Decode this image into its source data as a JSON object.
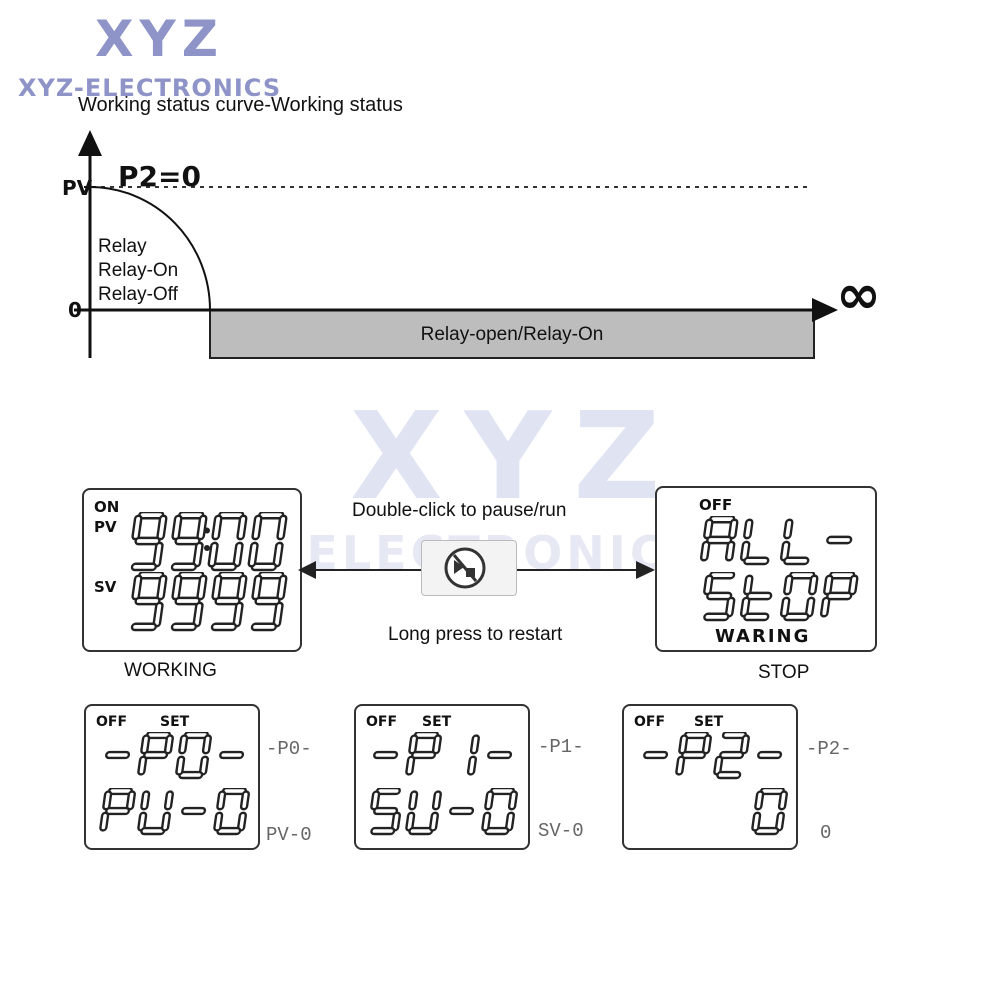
{
  "brand": {
    "logo": "XYZ",
    "name": "XYZ-ELECTRONICS",
    "watermark_logo": "XYZ",
    "watermark_name": "XYZ-ELECTRONICS",
    "logo_color": "#8e93c8"
  },
  "curve": {
    "title": "Working status curve-Working status",
    "p2_label": "P2=0",
    "pv_label": "PV",
    "zero_label": "0",
    "infinity": "∞",
    "relay_labels": [
      "Relay",
      "Relay-On",
      "Relay-Off"
    ],
    "bar_label": "Relay-open/Relay-On",
    "bar_color": "#bdbdbd"
  },
  "controls": {
    "double_click": "Double-click to pause/run",
    "long_press": "Long press to restart",
    "button_icon": "pause-run-icon"
  },
  "displays": {
    "working": {
      "indicator": "ON",
      "row1_tag": "PV",
      "row2_tag": "SV",
      "row1": "9900",
      "row2": "9999",
      "caption": "WORKING"
    },
    "stop": {
      "indicator": "OFF",
      "row1": "ALL-",
      "row2": "STOP",
      "footer": "WARING",
      "caption": "STOP"
    },
    "params": [
      {
        "off": "OFF",
        "set": "SET",
        "row1": "-P0-",
        "row2": "PU-0",
        "side1": "-P0-",
        "side2": "PV-0"
      },
      {
        "off": "OFF",
        "set": "SET",
        "row1": "-P1-",
        "row2": "SU-0",
        "side1": "-P1-",
        "side2": "SV-0"
      },
      {
        "off": "OFF",
        "set": "SET",
        "row1": "-P2-",
        "row2": "0",
        "side1": "-P2-",
        "side2": "0"
      }
    ]
  }
}
